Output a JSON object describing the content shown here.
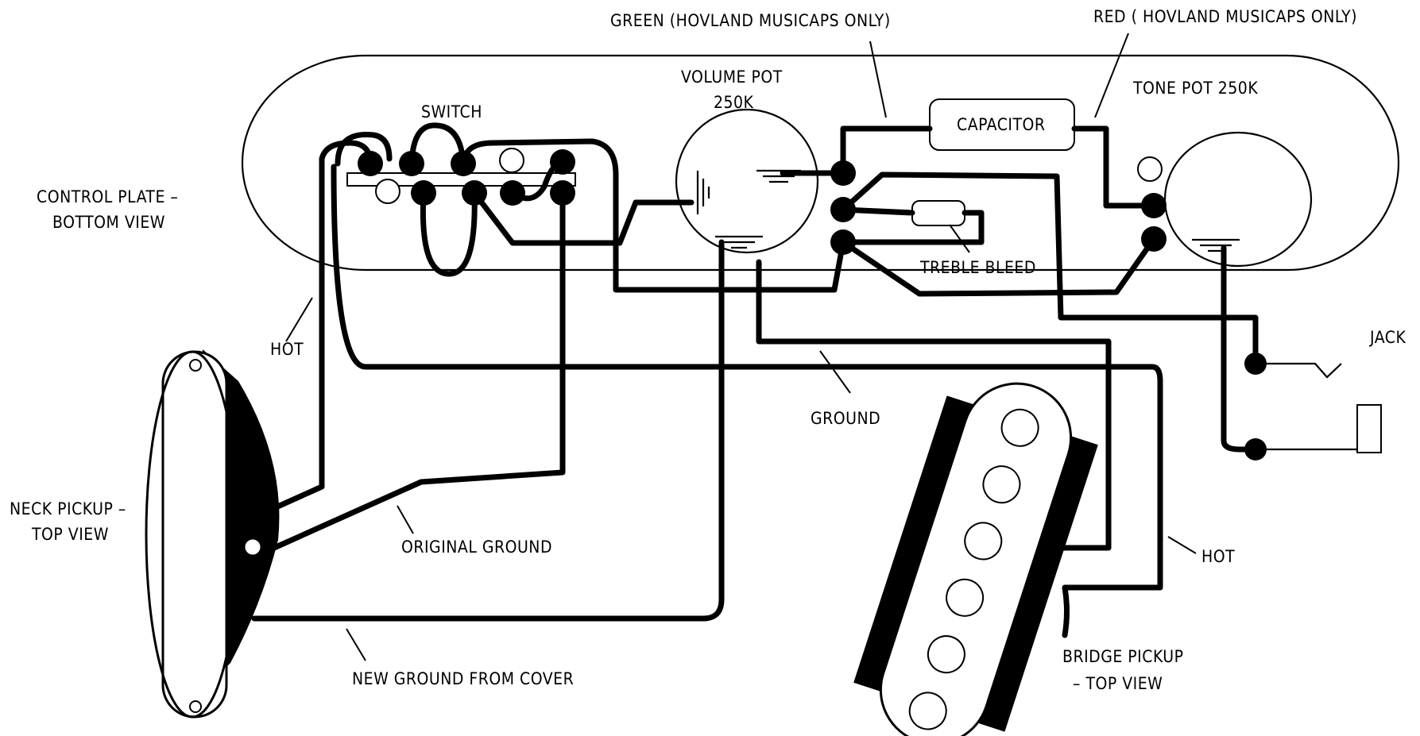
{
  "labels": {
    "green_cap": "GREEN (HOVLAND MUSICAPS ONLY)",
    "red_cap": "RED ( HOVLAND MUSICAPS ONLY)",
    "volume_pot_line1": "VOLUME POT",
    "volume_pot_line2": "250K",
    "tone_pot": "TONE POT 250K",
    "switch": "SWITCH",
    "capacitor": "CAPACITOR",
    "control_plate_line1": "CONTROL PLATE –",
    "control_plate_line2": "BOTTOM VIEW",
    "treble_bleed": "TREBLE BLEED",
    "hot_neck": "HOT",
    "jack": "JACK",
    "ground": "GROUND",
    "neck_pickup_line1": "NECK PICKUP –",
    "neck_pickup_line2": "TOP VIEW",
    "original_ground": "ORIGINAL GROUND",
    "hot_bridge": "HOT",
    "bridge_pickup_line1": "BRIDGE PICKUP",
    "bridge_pickup_line2": "– TOP VIEW",
    "new_ground": "NEW GROUND FROM COVER"
  },
  "colors": {
    "ink": "#000000",
    "background": "#ffffff"
  }
}
